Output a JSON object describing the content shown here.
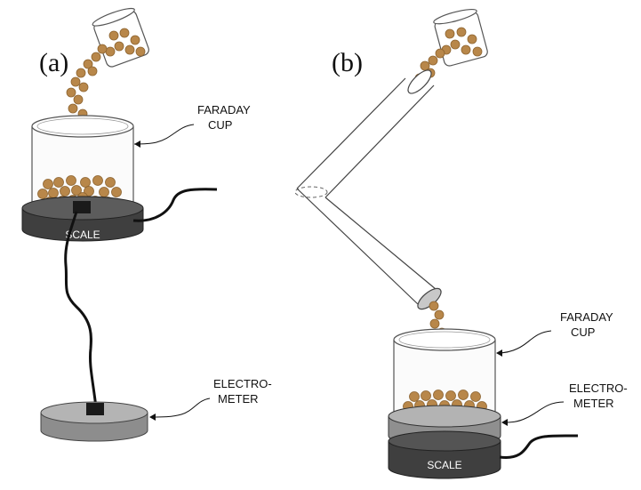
{
  "panels": {
    "a": {
      "label": "(a)",
      "cup_label_line1": "FARADAY",
      "cup_label_line2": "CUP",
      "scale_label": "SCALE",
      "electrometer_line1": "ELECTRO-",
      "electrometer_line2": "METER"
    },
    "b": {
      "label": "(b)",
      "cup_label_line1": "FARADAY",
      "cup_label_line2": "CUP",
      "electrometer_line1": "ELECTRO-",
      "electrometer_line2": "METER",
      "scale_label": "SCALE"
    }
  },
  "colors": {
    "particle": "#b8874a",
    "scale_dark": "#4a4a4a",
    "scale_top": "#5a5a5a",
    "electrometer": "#9a9a9a",
    "electrometer_top": "#b5b5b5",
    "cable": "#111111"
  }
}
